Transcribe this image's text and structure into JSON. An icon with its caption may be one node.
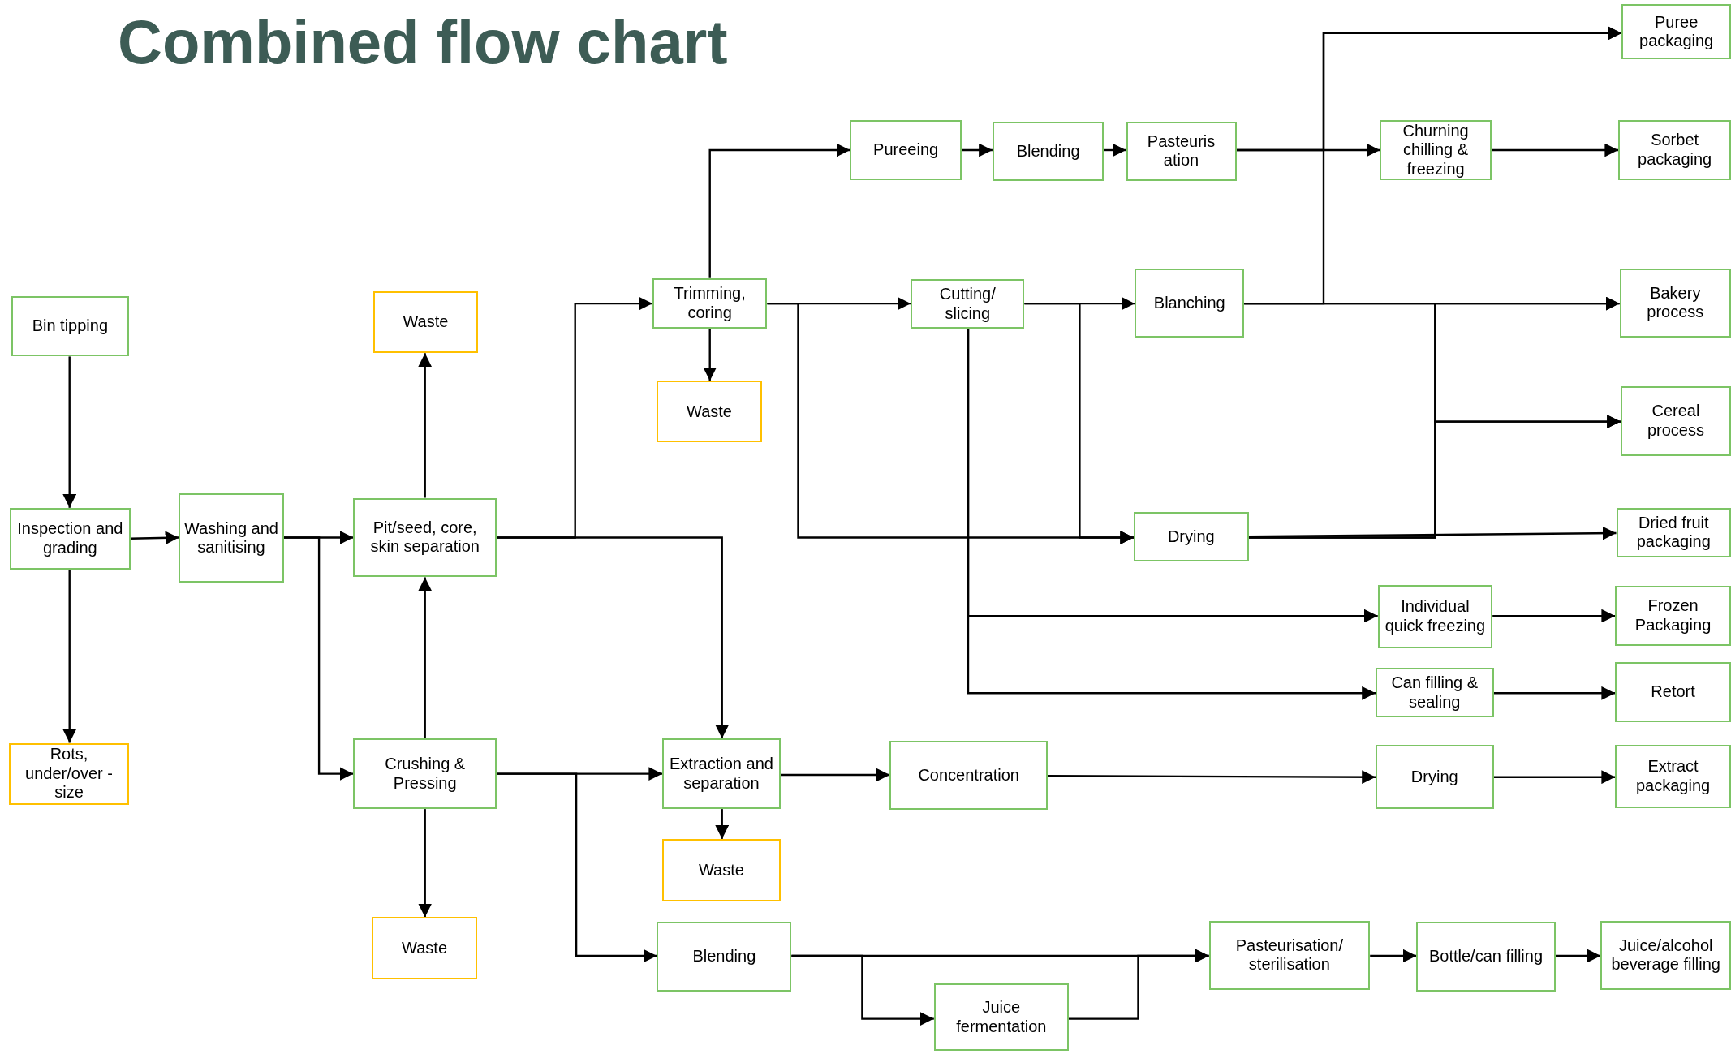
{
  "diagram": {
    "title": "Combined flow chart",
    "nodes": [
      {
        "text": [
          "Bin tipping"
        ]
      },
      {
        "text": [
          "Inspection and grading"
        ]
      },
      {
        "text": [
          "Rots, under/over - size"
        ]
      },
      {
        "text": [
          "Washing and sanitising"
        ]
      },
      {
        "text": [
          "Waste"
        ]
      },
      {
        "text": [
          "Pit/seed, core, skin separation"
        ]
      },
      {
        "text": [
          "Crushing & Pressing"
        ]
      },
      {
        "text": [
          "Waste"
        ]
      },
      {
        "text": [
          "Trimming, coring"
        ]
      },
      {
        "text": [
          "Waste"
        ]
      },
      {
        "text": [
          "Extraction and separation"
        ]
      },
      {
        "text": [
          "Waste"
        ]
      },
      {
        "text": [
          "Blending"
        ]
      },
      {
        "text": [
          "Juice fermentation"
        ]
      },
      {
        "text": [
          "Pureeing"
        ]
      },
      {
        "text": [
          "Blending"
        ]
      },
      {
        "text": [
          "Pasteuris ation"
        ]
      },
      {
        "text": [
          "Cutting/ slicing"
        ]
      },
      {
        "text": [
          "Blanching"
        ]
      },
      {
        "text": [
          "Drying"
        ]
      },
      {
        "text": [
          "Concentration"
        ]
      },
      {
        "text": [
          "Individual quick freezing"
        ]
      },
      {
        "text": [
          "Can filling & sealing"
        ]
      },
      {
        "text": [
          "Drying"
        ]
      },
      {
        "text": [
          "Pasteurisation/ sterilisation"
        ]
      },
      {
        "text": [
          "Bottle/can filling"
        ]
      },
      {
        "text": [
          "Churning chilling & freezing"
        ]
      },
      {
        "text": [
          "Puree packaging"
        ]
      },
      {
        "text": [
          "Sorbet packaging"
        ]
      },
      {
        "text": [
          "Bakery process"
        ]
      },
      {
        "text": [
          "Cereal process"
        ]
      },
      {
        "text": [
          "Dried fruit packaging"
        ]
      },
      {
        "text": [
          "Frozen Packaging"
        ]
      },
      {
        "text": [
          "Retort"
        ]
      },
      {
        "text": [
          "Extract packaging"
        ]
      },
      {
        "text": [
          "Juice/alcohol beverage filling"
        ]
      }
    ],
    "edges": [
      {
        "from": 0,
        "to": 1,
        "arrow": "to"
      },
      {
        "from": 1,
        "to": 2,
        "arrow": "to"
      },
      {
        "from": 1,
        "to": 3,
        "arrow": "to"
      },
      {
        "from": 3,
        "to": 5,
        "arrow": "to"
      },
      {
        "from": 3,
        "to": 6,
        "arrow": "to"
      },
      {
        "from": 5,
        "to": 4,
        "arrow": "to"
      },
      {
        "from": 6,
        "to": 5,
        "arrow": "to"
      },
      {
        "from": 6,
        "to": 7,
        "arrow": "to"
      },
      {
        "from": 5,
        "to": 8,
        "arrow": "to"
      },
      {
        "from": 5,
        "to": 10,
        "arrow": "to"
      },
      {
        "from": 8,
        "to": 9,
        "arrow": "to"
      },
      {
        "from": 8,
        "to": 14,
        "arrow": "to"
      },
      {
        "from": 8,
        "to": 17,
        "arrow": "to"
      },
      {
        "from": 8,
        "to": 19,
        "arrow": "to"
      },
      {
        "from": 6,
        "to": 10,
        "arrow": "to"
      },
      {
        "from": 6,
        "to": 12,
        "arrow": "to"
      },
      {
        "from": 10,
        "to": 11,
        "arrow": "to"
      },
      {
        "from": 10,
        "to": 20,
        "arrow": "to"
      },
      {
        "from": 14,
        "to": 15,
        "arrow": "to"
      },
      {
        "from": 15,
        "to": 16,
        "arrow": "to"
      },
      {
        "from": 16,
        "to": 26,
        "arrow": "to"
      },
      {
        "from": 16,
        "to": 27,
        "arrow": "to"
      },
      {
        "from": 18,
        "to": 27,
        "arrow": "to"
      },
      {
        "from": 17,
        "to": 18,
        "arrow": "to"
      },
      {
        "from": 17,
        "to": 19,
        "arrow": "to"
      },
      {
        "from": 17,
        "to": 21,
        "arrow": "to"
      },
      {
        "from": 17,
        "to": 22,
        "arrow": "to"
      },
      {
        "from": 18,
        "to": 29,
        "arrow": "to"
      },
      {
        "from": 18,
        "to": 30,
        "arrow": "to"
      },
      {
        "from": 19,
        "to": 29,
        "arrow": "to"
      },
      {
        "from": 19,
        "to": 30,
        "arrow": "to"
      },
      {
        "from": 19,
        "to": 31,
        "arrow": "to"
      },
      {
        "from": 12,
        "to": 24,
        "arrow": "to"
      },
      {
        "from": 12,
        "to": 13,
        "arrow": "to"
      },
      {
        "from": 13,
        "to": 24,
        "arrow": "to"
      },
      {
        "from": 24,
        "to": 25,
        "arrow": "to"
      },
      {
        "from": 25,
        "to": 35,
        "arrow": "to"
      },
      {
        "from": 20,
        "to": 23,
        "arrow": "to"
      },
      {
        "from": 23,
        "to": 34,
        "arrow": "to"
      },
      {
        "from": 21,
        "to": 32,
        "arrow": "to"
      },
      {
        "from": 22,
        "to": 33,
        "arrow": "to"
      },
      {
        "from": 26,
        "to": 28,
        "arrow": "to"
      }
    ]
  }
}
